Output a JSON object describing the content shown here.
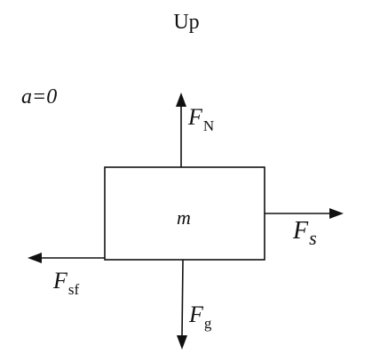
{
  "diagram": {
    "direction_label": "Up",
    "acceleration_label": "a=0",
    "mass_label": "m",
    "forces": {
      "normal": {
        "symbol": "F",
        "subscript": "N",
        "direction": "up"
      },
      "gravity": {
        "symbol": "F",
        "subscript": "g",
        "direction": "down"
      },
      "applied": {
        "symbol": "F",
        "subscript": "s",
        "direction": "right"
      },
      "static_friction": {
        "symbol": "F",
        "subscript": "sf",
        "direction": "left"
      }
    },
    "colors": {
      "ink": "#111111",
      "background": "#ffffff"
    }
  }
}
